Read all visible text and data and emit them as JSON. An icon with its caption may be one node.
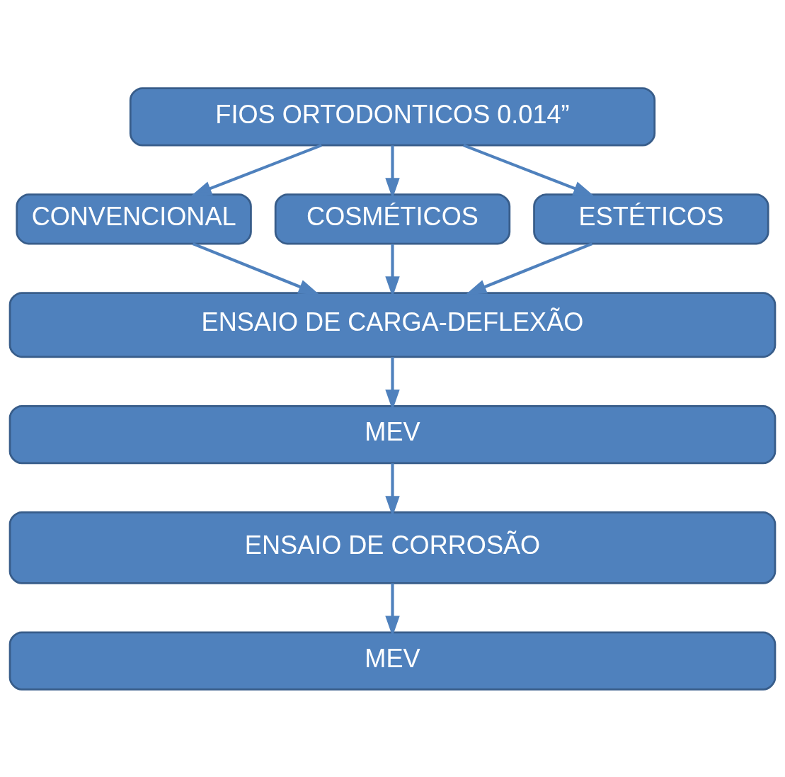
{
  "diagram": {
    "nodes": [
      {
        "text": [
          "FIOS ORTODONTICOS 0.014”"
        ]
      },
      {
        "text": [
          "CONVENCIONAL"
        ]
      },
      {
        "text": [
          "COSMÉTICOS"
        ]
      },
      {
        "text": [
          "ESTÉTICOS"
        ]
      },
      {
        "text": [
          "ENSAIO DE CARGA-DEFLEXÃO"
        ]
      },
      {
        "text": [
          "MEV"
        ]
      },
      {
        "text": [
          "ENSAIO DE CORROSÃO"
        ]
      },
      {
        "text": [
          "MEV"
        ]
      }
    ],
    "edges": [
      {
        "from": 0,
        "to": 1,
        "arrow": "to"
      },
      {
        "from": 0,
        "to": 2,
        "arrow": "to"
      },
      {
        "from": 0,
        "to": 3,
        "arrow": "to"
      },
      {
        "from": 1,
        "to": 4,
        "arrow": "to"
      },
      {
        "from": 2,
        "to": 4,
        "arrow": "to"
      },
      {
        "from": 3,
        "to": 4,
        "arrow": "to"
      },
      {
        "from": 4,
        "to": 5,
        "arrow": "to"
      },
      {
        "from": 5,
        "to": 6,
        "arrow": "to"
      },
      {
        "from": 6,
        "to": 7,
        "arrow": "to"
      }
    ]
  }
}
